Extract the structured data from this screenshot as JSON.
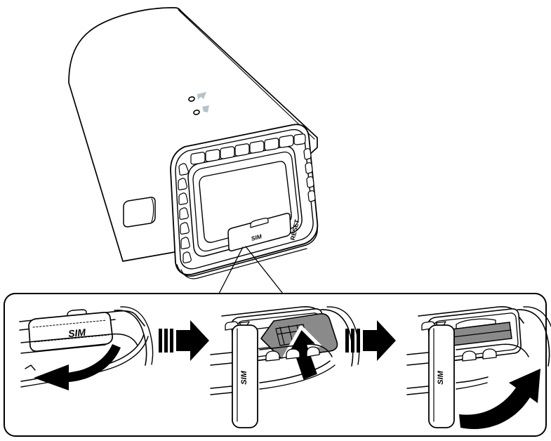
{
  "figure": {
    "title": "SIM card installation diagram",
    "type": "technical-line-art",
    "device": "wireless gateway / router",
    "line_color": "#000000",
    "background_color": "#ffffff",
    "sim_card_color": "#808080",
    "led_icon_color": "#b6c4c9"
  },
  "device_view": {
    "name": "isometric device illustration",
    "sim_cover_label": "SIM",
    "reset_label": "RESET",
    "led_indicators": [
      {
        "name": "signal-led",
        "label": ""
      },
      {
        "name": "status-led",
        "label": ""
      }
    ]
  },
  "detail_panel": {
    "name": "callout detail panel",
    "steps": [
      {
        "index": 1,
        "name": "open-sim-cover",
        "cover_label": "SIM",
        "cover_state": "closed",
        "arrow": "curved-left",
        "caption": ""
      },
      {
        "index": 2,
        "name": "insert-sim-card",
        "cover_label": "SIM",
        "cover_state": "open",
        "arrow": "straight-insert",
        "caption": ""
      },
      {
        "index": 3,
        "name": "close-sim-cover",
        "cover_label": "SIM",
        "cover_state": "open-card-seated",
        "arrow": "curved-up-right",
        "caption": ""
      }
    ],
    "transitions": [
      {
        "name": "transition-arrow-1",
        "bars": 3
      },
      {
        "name": "transition-arrow-2",
        "bars": 3
      }
    ]
  }
}
